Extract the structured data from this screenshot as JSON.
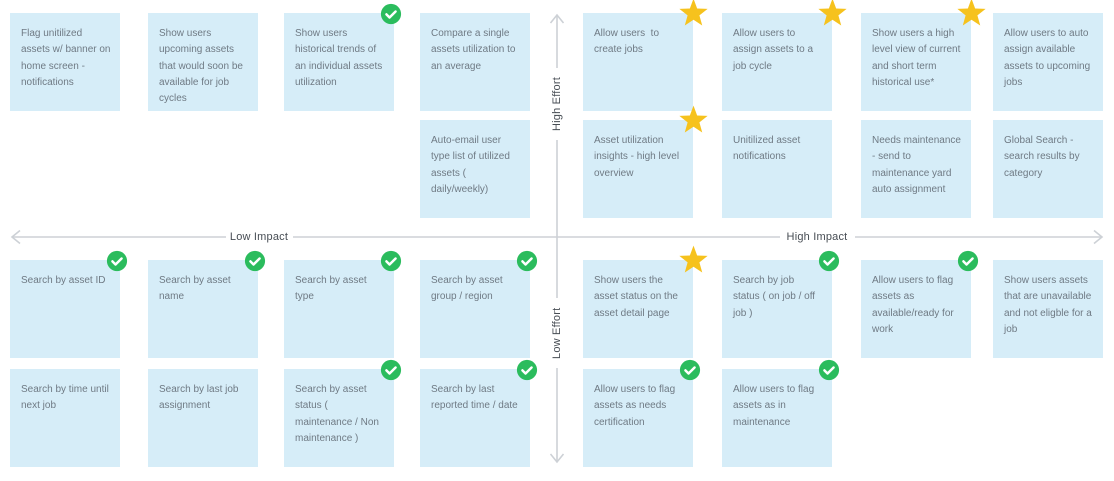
{
  "axes": {
    "x_left_label": "Low Impact",
    "x_right_label": "High Impact",
    "y_top_label": "High Effort",
    "y_bottom_label": "Low Effort"
  },
  "colors": {
    "note_bg": "#D6EDF8",
    "note_text": "#6F7A84",
    "check_green": "#2BBC5D",
    "star_yellow": "#F6C21D",
    "axis_line": "#CDD1D6",
    "axis_text": "#474D54"
  },
  "notes": [
    {
      "text": "Flag unitilized assets w/ banner on home screen - notifications",
      "badge": "none",
      "quadrant": "high-effort-low-impact"
    },
    {
      "text": "Show users upcoming assets that would soon be available for job cycles",
      "badge": "none",
      "quadrant": "high-effort-low-impact"
    },
    {
      "text": "Show users historical trends of an individual assets utilization",
      "badge": "check",
      "quadrant": "high-effort-low-impact"
    },
    {
      "text": "Compare a single assets utilization to an average",
      "badge": "none",
      "quadrant": "high-effort-low-impact"
    },
    {
      "text": "Allow users  to create jobs",
      "badge": "star",
      "quadrant": "high-effort-high-impact"
    },
    {
      "text": "Allow users to assign assets to a job cycle",
      "badge": "star",
      "quadrant": "high-effort-high-impact"
    },
    {
      "text": "Show users a high level view of current and short term historical use*",
      "badge": "star",
      "quadrant": "high-effort-high-impact"
    },
    {
      "text": "Allow users to auto assign available assets to upcoming jobs",
      "badge": "none",
      "quadrant": "high-effort-high-impact"
    },
    {
      "text": "Auto-email user type list of utilized assets ( daily/weekly)",
      "badge": "none",
      "quadrant": "high-effort-low-impact"
    },
    {
      "text": "Asset utilization insights - high level overview",
      "badge": "star",
      "quadrant": "high-effort-high-impact"
    },
    {
      "text": "Unitilized asset notifications",
      "badge": "none",
      "quadrant": "high-effort-high-impact"
    },
    {
      "text": "Needs maintenance - send to maintenance yard auto assignment",
      "badge": "none",
      "quadrant": "high-effort-high-impact"
    },
    {
      "text": "Global Search - search results by category",
      "badge": "none",
      "quadrant": "high-effort-high-impact"
    },
    {
      "text": "Search by asset ID",
      "badge": "check",
      "quadrant": "low-effort-low-impact"
    },
    {
      "text": "Search by asset name",
      "badge": "check",
      "quadrant": "low-effort-low-impact"
    },
    {
      "text": "Search by asset type",
      "badge": "check",
      "quadrant": "low-effort-low-impact"
    },
    {
      "text": "Search by asset group / region",
      "badge": "check",
      "quadrant": "low-effort-low-impact"
    },
    {
      "text": "Show users the asset status on the asset detail page",
      "badge": "star",
      "quadrant": "low-effort-high-impact"
    },
    {
      "text": "Search by job status ( on job / off job )",
      "badge": "check",
      "quadrant": "low-effort-high-impact"
    },
    {
      "text": "Allow users to flag assets as available/ready for work",
      "badge": "check",
      "quadrant": "low-effort-high-impact"
    },
    {
      "text": "Show users assets that are unavailable and not eligble for a job",
      "badge": "none",
      "quadrant": "low-effort-high-impact"
    },
    {
      "text": "Search by time until next job",
      "badge": "none",
      "quadrant": "low-effort-low-impact"
    },
    {
      "text": "Search by last job assignment",
      "badge": "none",
      "quadrant": "low-effort-low-impact"
    },
    {
      "text": "Search by asset status ( maintenance / Non maintenance )",
      "badge": "check",
      "quadrant": "low-effort-low-impact"
    },
    {
      "text": "Search by last reported time / date",
      "badge": "check",
      "quadrant": "low-effort-low-impact"
    },
    {
      "text": "Allow users to flag assets as needs certification",
      "badge": "check",
      "quadrant": "low-effort-high-impact"
    },
    {
      "text": "Allow users to flag assets as in maintenance",
      "badge": "check",
      "quadrant": "low-effort-high-impact"
    }
  ]
}
